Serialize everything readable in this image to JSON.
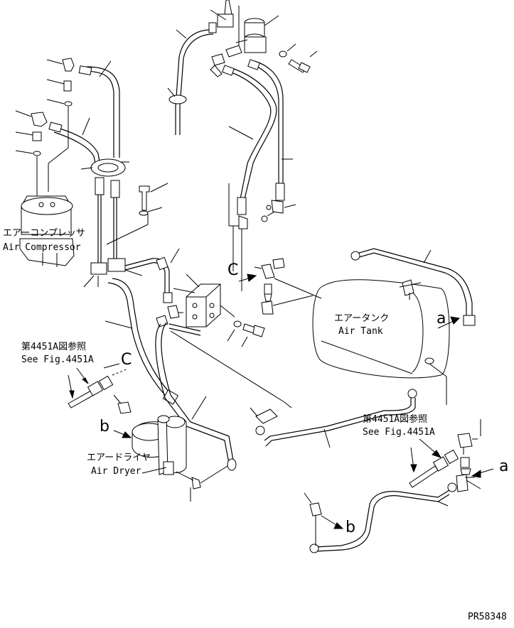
{
  "labels": {
    "compressor_jp": "エアーコンプレッサ",
    "compressor_en": "Air Compressor",
    "tank_jp": "エアータンク",
    "tank_en": "Air Tank",
    "dryer_jp": "エアードライヤ",
    "dryer_en": "Air Dryer",
    "ref_left_jp": "第4451A図参照",
    "ref_left_en": "See Fig.4451A",
    "ref_right_jp": "第4451A図参照",
    "ref_right_en": "See Fig.4451A",
    "letter_a1": "a",
    "letter_a2": "a",
    "letter_b1": "b",
    "letter_b2": "b",
    "letter_c1": "C",
    "letter_c2": "C",
    "drawing_code": "PR58348"
  },
  "colors": {
    "ink": "#000000",
    "paper": "#ffffff"
  }
}
